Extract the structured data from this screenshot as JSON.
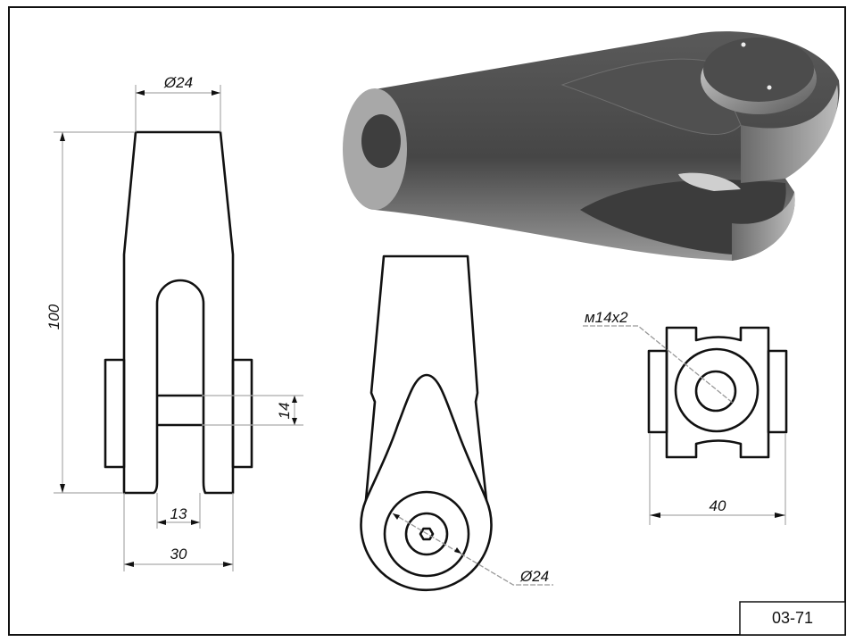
{
  "drawing_number": "03-71",
  "front_view": {
    "dims": {
      "top_diameter": "Ø24",
      "length": "100",
      "pin_diameter": "14",
      "slot_width": "13",
      "width": "30"
    }
  },
  "side_view": {
    "dims": {
      "hole_diameter": "Ø24"
    }
  },
  "end_view": {
    "dims": {
      "thread": "м14x2",
      "width": "40"
    }
  },
  "colors": {
    "line": "#111111",
    "dimension": "#aaaaaa",
    "shade_dark": "#3a3a3a",
    "shade_light": "#bdbdbd"
  }
}
